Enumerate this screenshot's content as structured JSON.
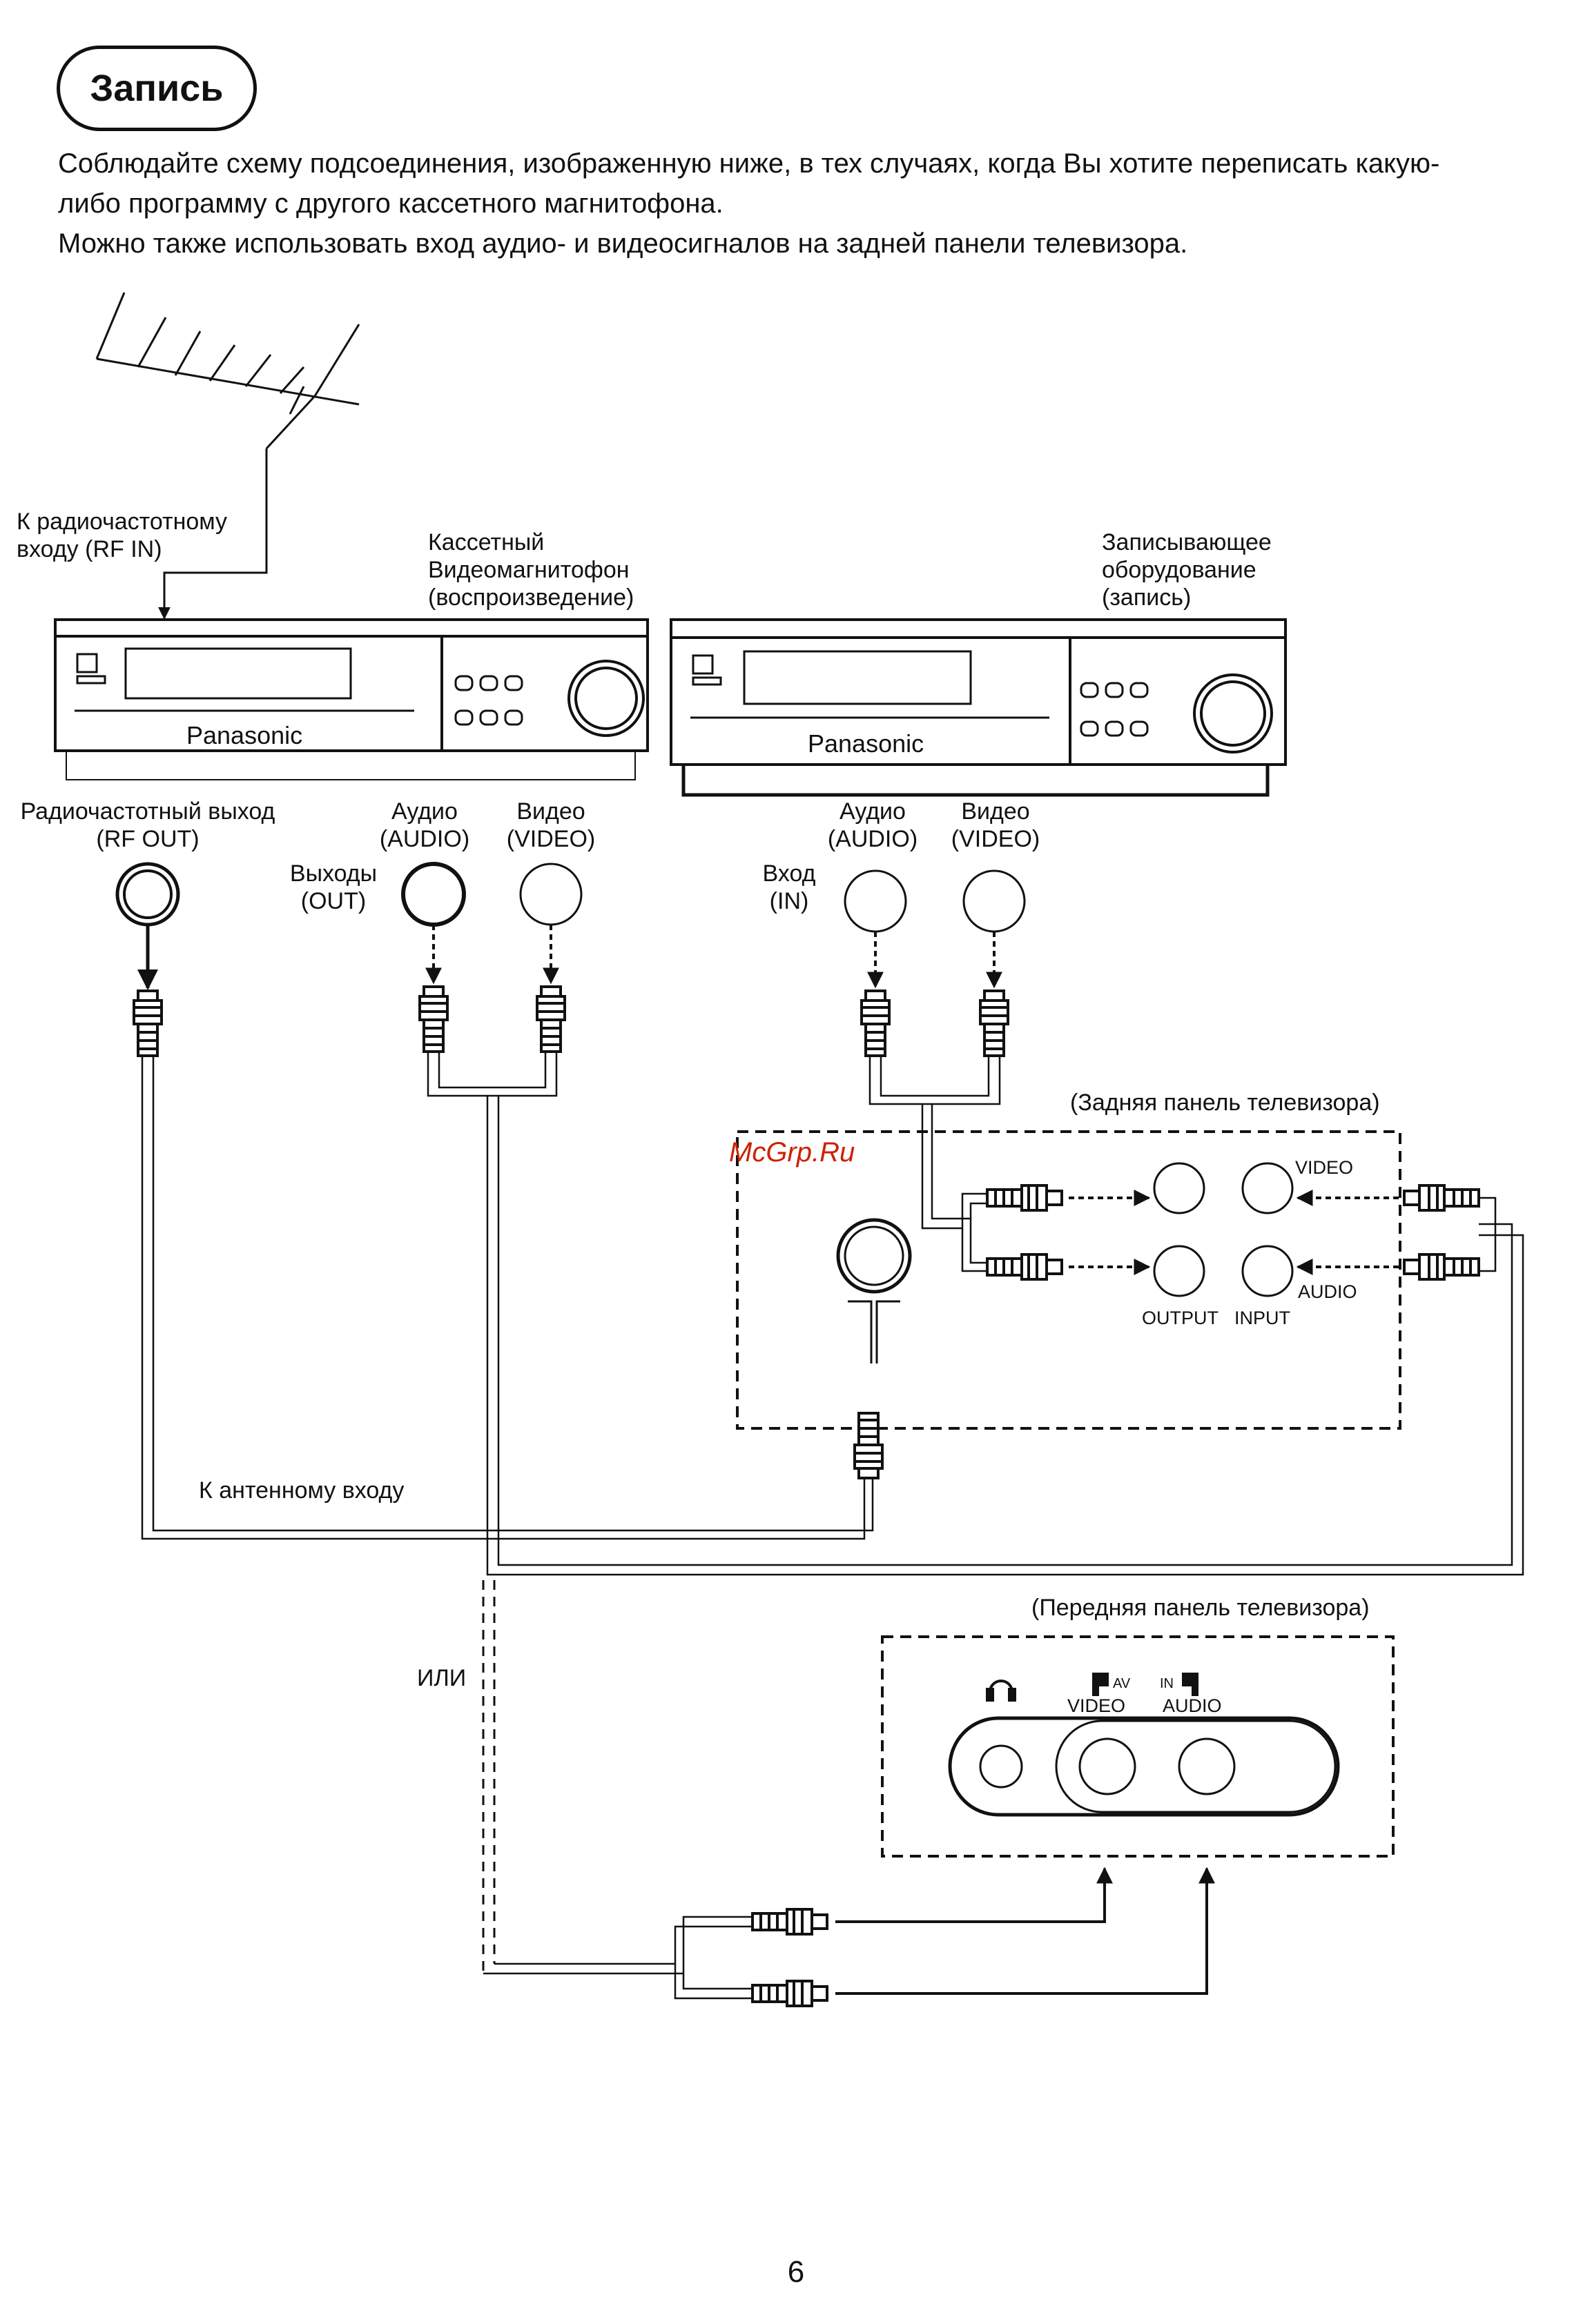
{
  "heading": "Запись",
  "intro": {
    "line1": "Соблюдайте схему подсоединения, изображенную ниже, в тех случаях, когда Вы хотите переписать какую-",
    "line2": "либо программу с другого кассетного магнитофона.",
    "line3": "Можно также использовать вход аудио- и видеосигналов на задней панели телевизора."
  },
  "labels": {
    "rf_in_1": "К радиочастотному",
    "rf_in_2": "входу (RF IN)",
    "player_1": "Кассетный",
    "player_2": "Видеомагнитофон",
    "player_3": "(воспроизведение)",
    "recorder_1": "Записывающее",
    "recorder_2": "оборудование",
    "recorder_3": "(запись)",
    "brand_left": "Panasonic",
    "brand_right": "Panasonic",
    "rf_out_1": "Радиочастотный выход",
    "rf_out_2": "(RF OUT)",
    "audio_l_1": "Аудио",
    "audio_l_2": "(AUDIO)",
    "video_l_1": "Видео",
    "video_l_2": "(VIDEO)",
    "out_1": "Выходы",
    "out_2": "(OUT)",
    "in_1": "Вход",
    "in_2": "(IN)",
    "audio_r_1": "Аудио",
    "audio_r_2": "(AUDIO)",
    "video_r_1": "Видео",
    "video_r_2": "(VIDEO)",
    "rear_panel": "(Задняя панель телевизора)",
    "watermark": "McGrp.Ru",
    "rear_video": "VIDEO",
    "rear_audio": "AUDIO",
    "rear_output": "OUTPUT",
    "rear_input": "INPUT",
    "antenna_input": "К антенному входу",
    "front_panel": "(Передняя панель телевизора)",
    "or": "ИЛИ",
    "front_av": "AV",
    "front_in": "IN",
    "front_video": "VIDEO",
    "front_audio": "AUDIO"
  },
  "page_number": "6"
}
